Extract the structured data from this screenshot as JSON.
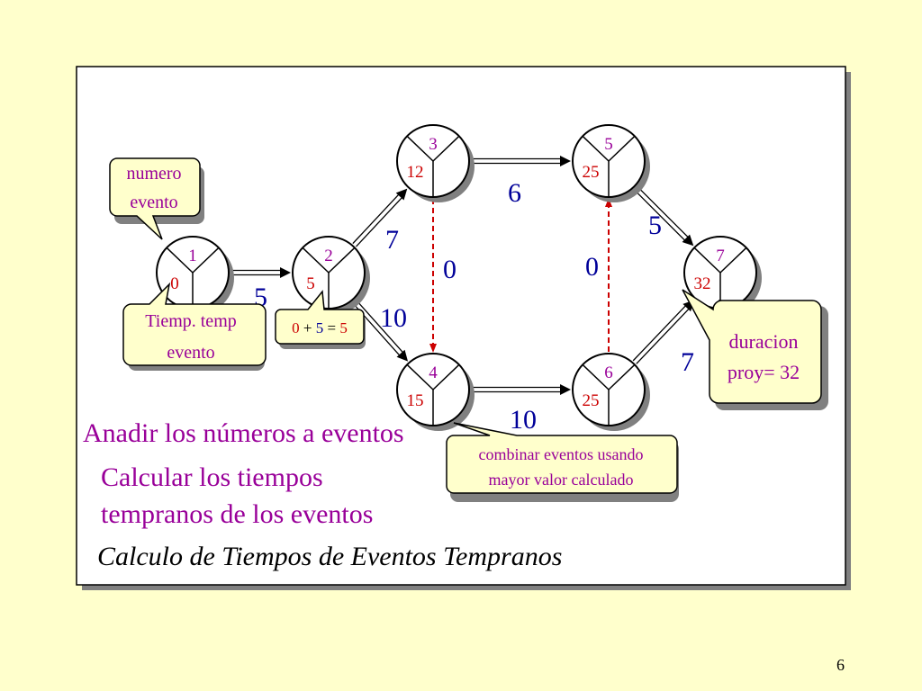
{
  "slide": {
    "title": "Calculo de Tiempos de Eventos Tempranos",
    "page_number": "6",
    "colors": {
      "background": "#ffffcc",
      "panel": "#ffffff",
      "event_number": "#990099",
      "early_time": "#cc0000",
      "activity_duration": "#000099",
      "callout_text": "#990099",
      "callout_fill": "#ffffcc",
      "dummy_arrow": "#cc0000"
    }
  },
  "nodes": [
    {
      "id": "1",
      "time": "0"
    },
    {
      "id": "2",
      "time": "5"
    },
    {
      "id": "3",
      "time": "12"
    },
    {
      "id": "4",
      "time": "15"
    },
    {
      "id": "5",
      "time": "25"
    },
    {
      "id": "6",
      "time": "25"
    },
    {
      "id": "7",
      "time": "32"
    }
  ],
  "activities": [
    {
      "from": "1",
      "to": "2",
      "duration": "5"
    },
    {
      "from": "2",
      "to": "3",
      "duration": "7"
    },
    {
      "from": "2",
      "to": "4",
      "duration": "10"
    },
    {
      "from": "3",
      "to": "5",
      "duration": "6"
    },
    {
      "from": "4",
      "to": "6",
      "duration": "10"
    },
    {
      "from": "5",
      "to": "7",
      "duration": "5"
    },
    {
      "from": "6",
      "to": "7",
      "duration": "7"
    },
    {
      "from": "3",
      "to": "4",
      "duration": "0",
      "dummy": true
    },
    {
      "from": "6",
      "to": "5",
      "duration": "0",
      "dummy": true
    }
  ],
  "callouts": {
    "numero_evento": {
      "line1": "numero",
      "line2": "evento"
    },
    "tiempo_evento": {
      "line1": "Tiemp. temp",
      "line2": "evento"
    },
    "calc": {
      "a": "0",
      "plus": "+",
      "b": "5",
      "eq": "=",
      "c": "5"
    },
    "duracion": {
      "line1": "duracion",
      "line2": "proy= 32"
    },
    "combinar": {
      "line1": "combinar eventos usando",
      "line2": "mayor valor calculado"
    }
  },
  "bullets": {
    "b1": "Anadir los números a eventos",
    "b2_line1": "Calcular los tiempos",
    "b2_line2": "tempranos de los eventos"
  }
}
